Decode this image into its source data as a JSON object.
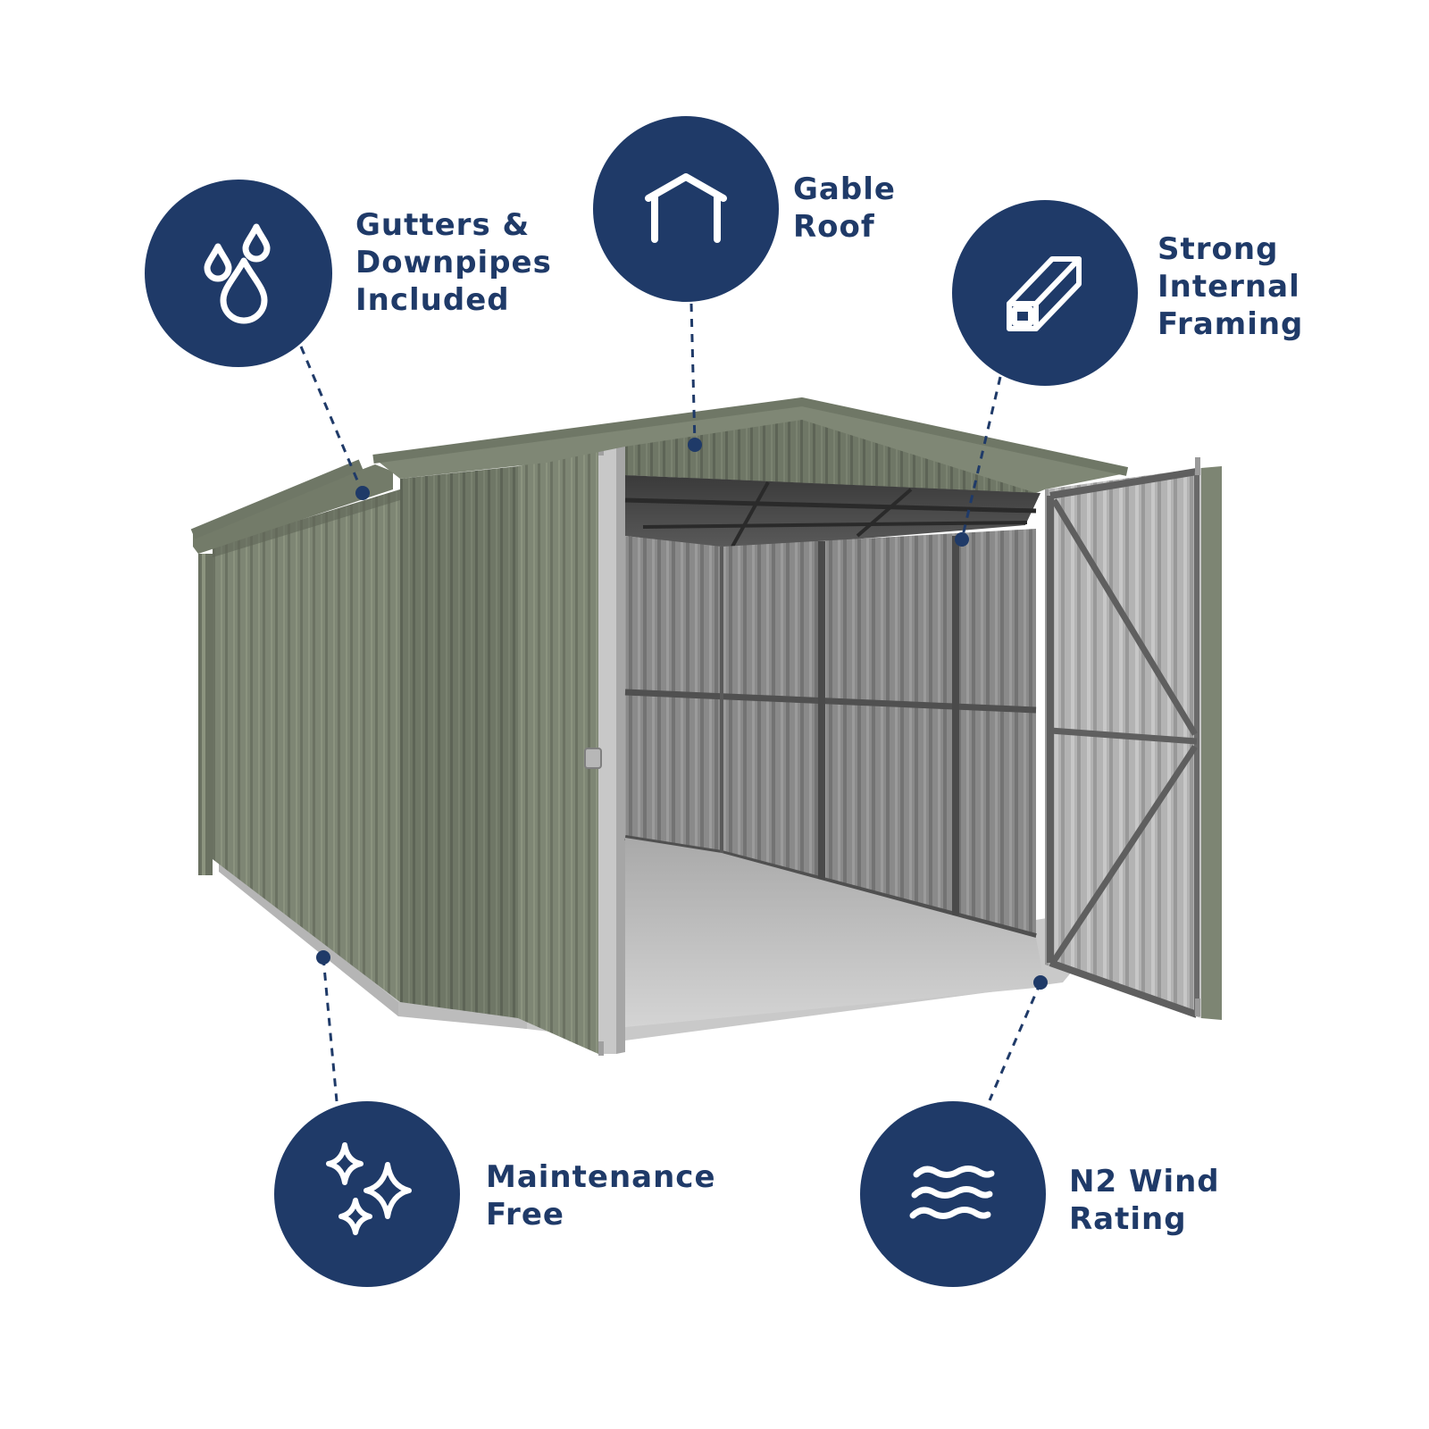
{
  "colors": {
    "badge": "#1f3a68",
    "label": "#1f3a68",
    "shed_cladding": "#7d8573",
    "shed_interior": "#8e8e8e",
    "floor": "#cfcfcf",
    "connector": "#1f3a68"
  },
  "features": {
    "gutters": {
      "icon": "water-drops-icon",
      "lines": [
        "Gutters &",
        "Downpipes",
        "Included"
      ]
    },
    "gable_roof": {
      "icon": "house-roof-icon",
      "lines": [
        "Gable",
        "Roof"
      ]
    },
    "framing": {
      "icon": "steel-beam-icon",
      "lines": [
        "Strong",
        "Internal",
        "Framing"
      ]
    },
    "maintenance": {
      "icon": "sparkles-icon",
      "lines": [
        "Maintenance",
        "Free"
      ]
    },
    "wind": {
      "icon": "wind-waves-icon",
      "lines": [
        "N2 Wind",
        "Rating"
      ]
    }
  }
}
